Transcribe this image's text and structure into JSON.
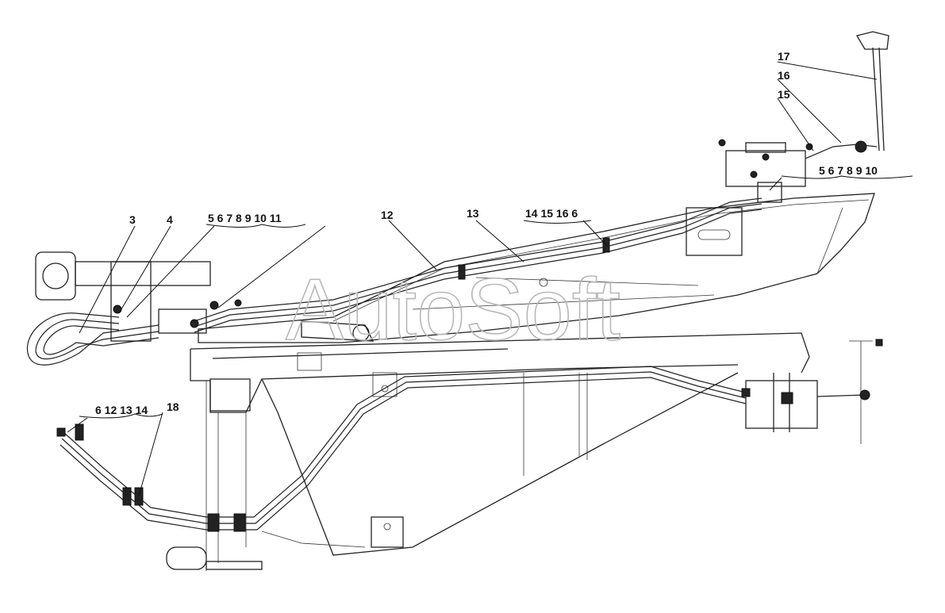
{
  "watermark": "AutoSoft",
  "callouts": {
    "c3": "3",
    "c4": "4",
    "c5to11": "5 6 7 8 9 10 11",
    "c12": "12",
    "c13": "13",
    "c14to16": "14 15 16 6",
    "c17": "17",
    "c16": "16",
    "c15": "15",
    "c5to10": "5 6 7 8 9 10",
    "c6to14": "6 12 13 14",
    "c18": "18"
  }
}
